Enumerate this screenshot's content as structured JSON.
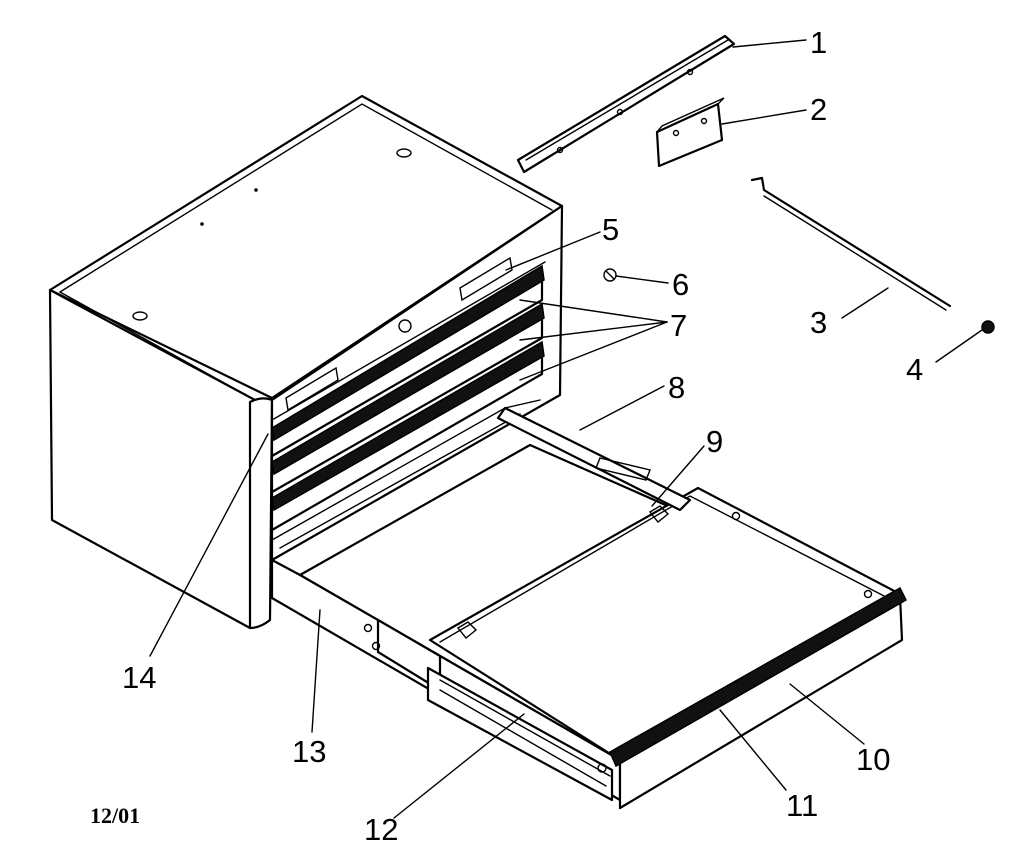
{
  "callouts": [
    "1",
    "2",
    "3",
    "4",
    "5",
    "6",
    "7",
    "8",
    "9",
    "10",
    "11",
    "12",
    "13",
    "14"
  ],
  "date_code": "12/01"
}
